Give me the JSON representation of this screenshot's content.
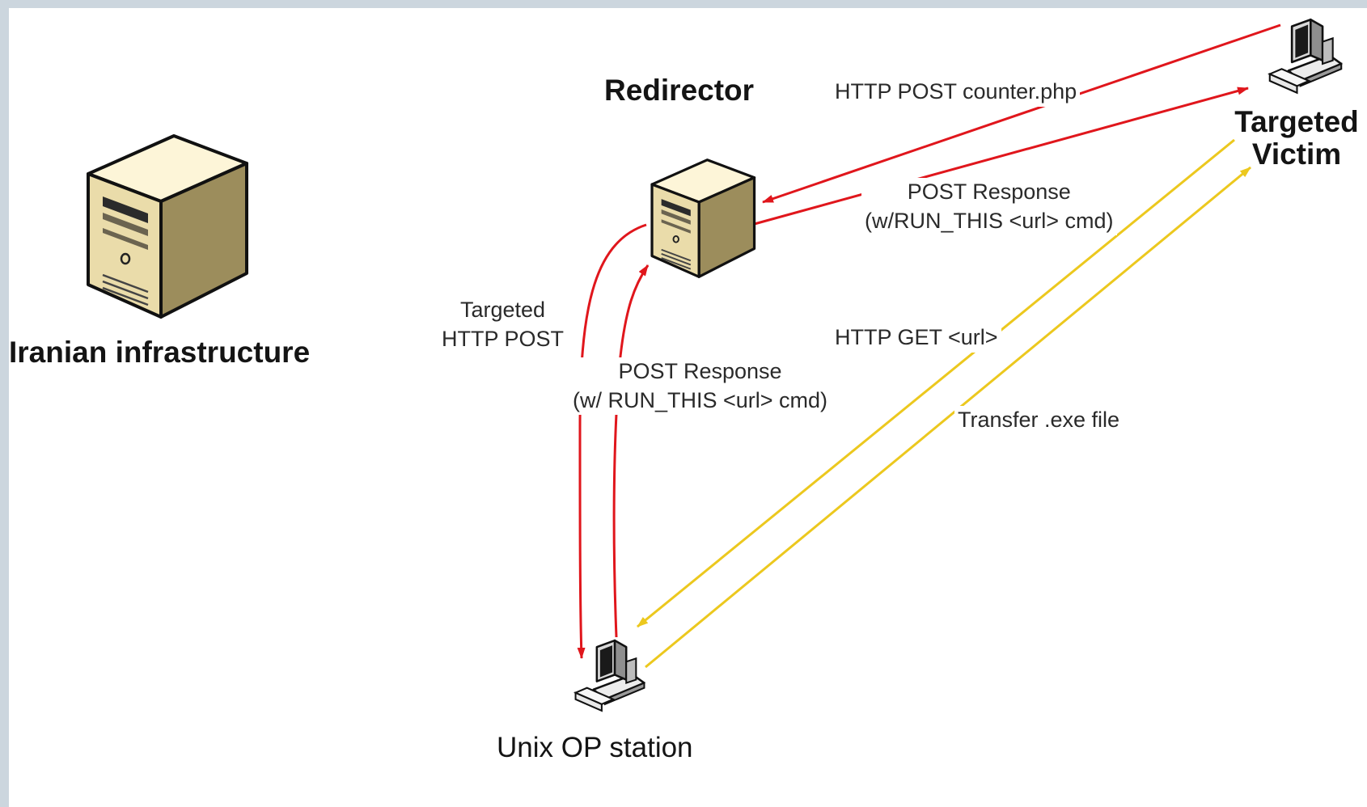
{
  "colors": {
    "request": "#e0161c",
    "transfer": "#ecc81e",
    "background": "#ffffff",
    "frame": "#ccd6de"
  },
  "nodes": {
    "iranian_infrastructure": {
      "label": "Iranian infrastructure",
      "icon": "server-tower"
    },
    "redirector": {
      "label": "Redirector",
      "icon": "server-tower"
    },
    "targeted_victim": {
      "label_line1": "Targeted",
      "label_line2": "Victim",
      "icon": "workstation"
    },
    "unix_op_station": {
      "label": "Unix OP station",
      "icon": "workstation"
    }
  },
  "edges": {
    "http_post_counter": {
      "label": "HTTP POST counter.php",
      "from": "Targeted Victim",
      "to": "Redirector",
      "color": "red"
    },
    "post_response_victim": {
      "line1": "POST Response",
      "line2": "(w/RUN_THIS <url> cmd)",
      "from": "Redirector",
      "to": "Targeted Victim",
      "color": "red"
    },
    "targeted_http_post": {
      "line1": "Targeted",
      "line2": "HTTP POST",
      "from": "Redirector",
      "to": "Unix OP station",
      "color": "red"
    },
    "post_response_op": {
      "line1": "POST Response",
      "line2": "(w/ RUN_THIS <url> cmd)",
      "from": "Unix OP station",
      "to": "Redirector",
      "color": "red"
    },
    "http_get_url": {
      "label": "HTTP GET <url>",
      "from": "Targeted Victim",
      "to": "Unix OP station",
      "color": "yellow"
    },
    "transfer_exe": {
      "label": "Transfer .exe file",
      "from": "Unix OP station",
      "to": "Targeted Victim",
      "color": "yellow"
    }
  }
}
